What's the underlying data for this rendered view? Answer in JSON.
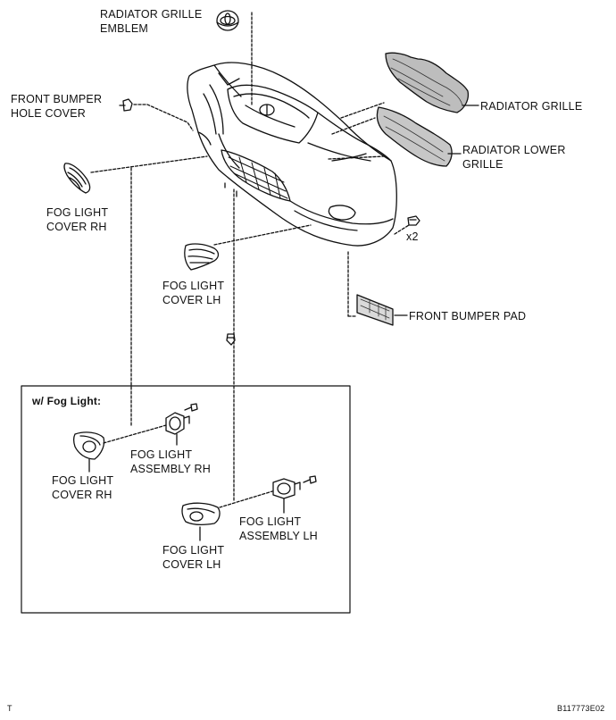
{
  "labels": {
    "radiator_grille_emblem": [
      "RADIATOR GRILLE",
      "EMBLEM"
    ],
    "front_bumper_hole_cover": [
      "FRONT BUMPER",
      "HOLE COVER"
    ],
    "radiator_grille": "RADIATOR GRILLE",
    "radiator_lower_grille": [
      "RADIATOR LOWER",
      "GRILLE"
    ],
    "fog_light_cover_rh_top": [
      "FOG LIGHT",
      "COVER RH"
    ],
    "fog_light_cover_lh_top": [
      "FOG LIGHT",
      "COVER LH"
    ],
    "quantity_x2": "x2",
    "front_bumper_pad": "FRONT BUMPER PAD",
    "inset_title": "w/ Fog Light:",
    "fog_light_assembly_rh": [
      "FOG LIGHT",
      "ASSEMBLY RH"
    ],
    "fog_light_cover_rh_inset": [
      "FOG LIGHT",
      "COVER RH"
    ],
    "fog_light_assembly_lh": [
      "FOG LIGHT",
      "ASSEMBLY LH"
    ],
    "fog_light_cover_lh_inset": [
      "FOG LIGHT",
      "COVER LH"
    ],
    "corner_mark": "T",
    "figure_id": "B117773E02"
  }
}
